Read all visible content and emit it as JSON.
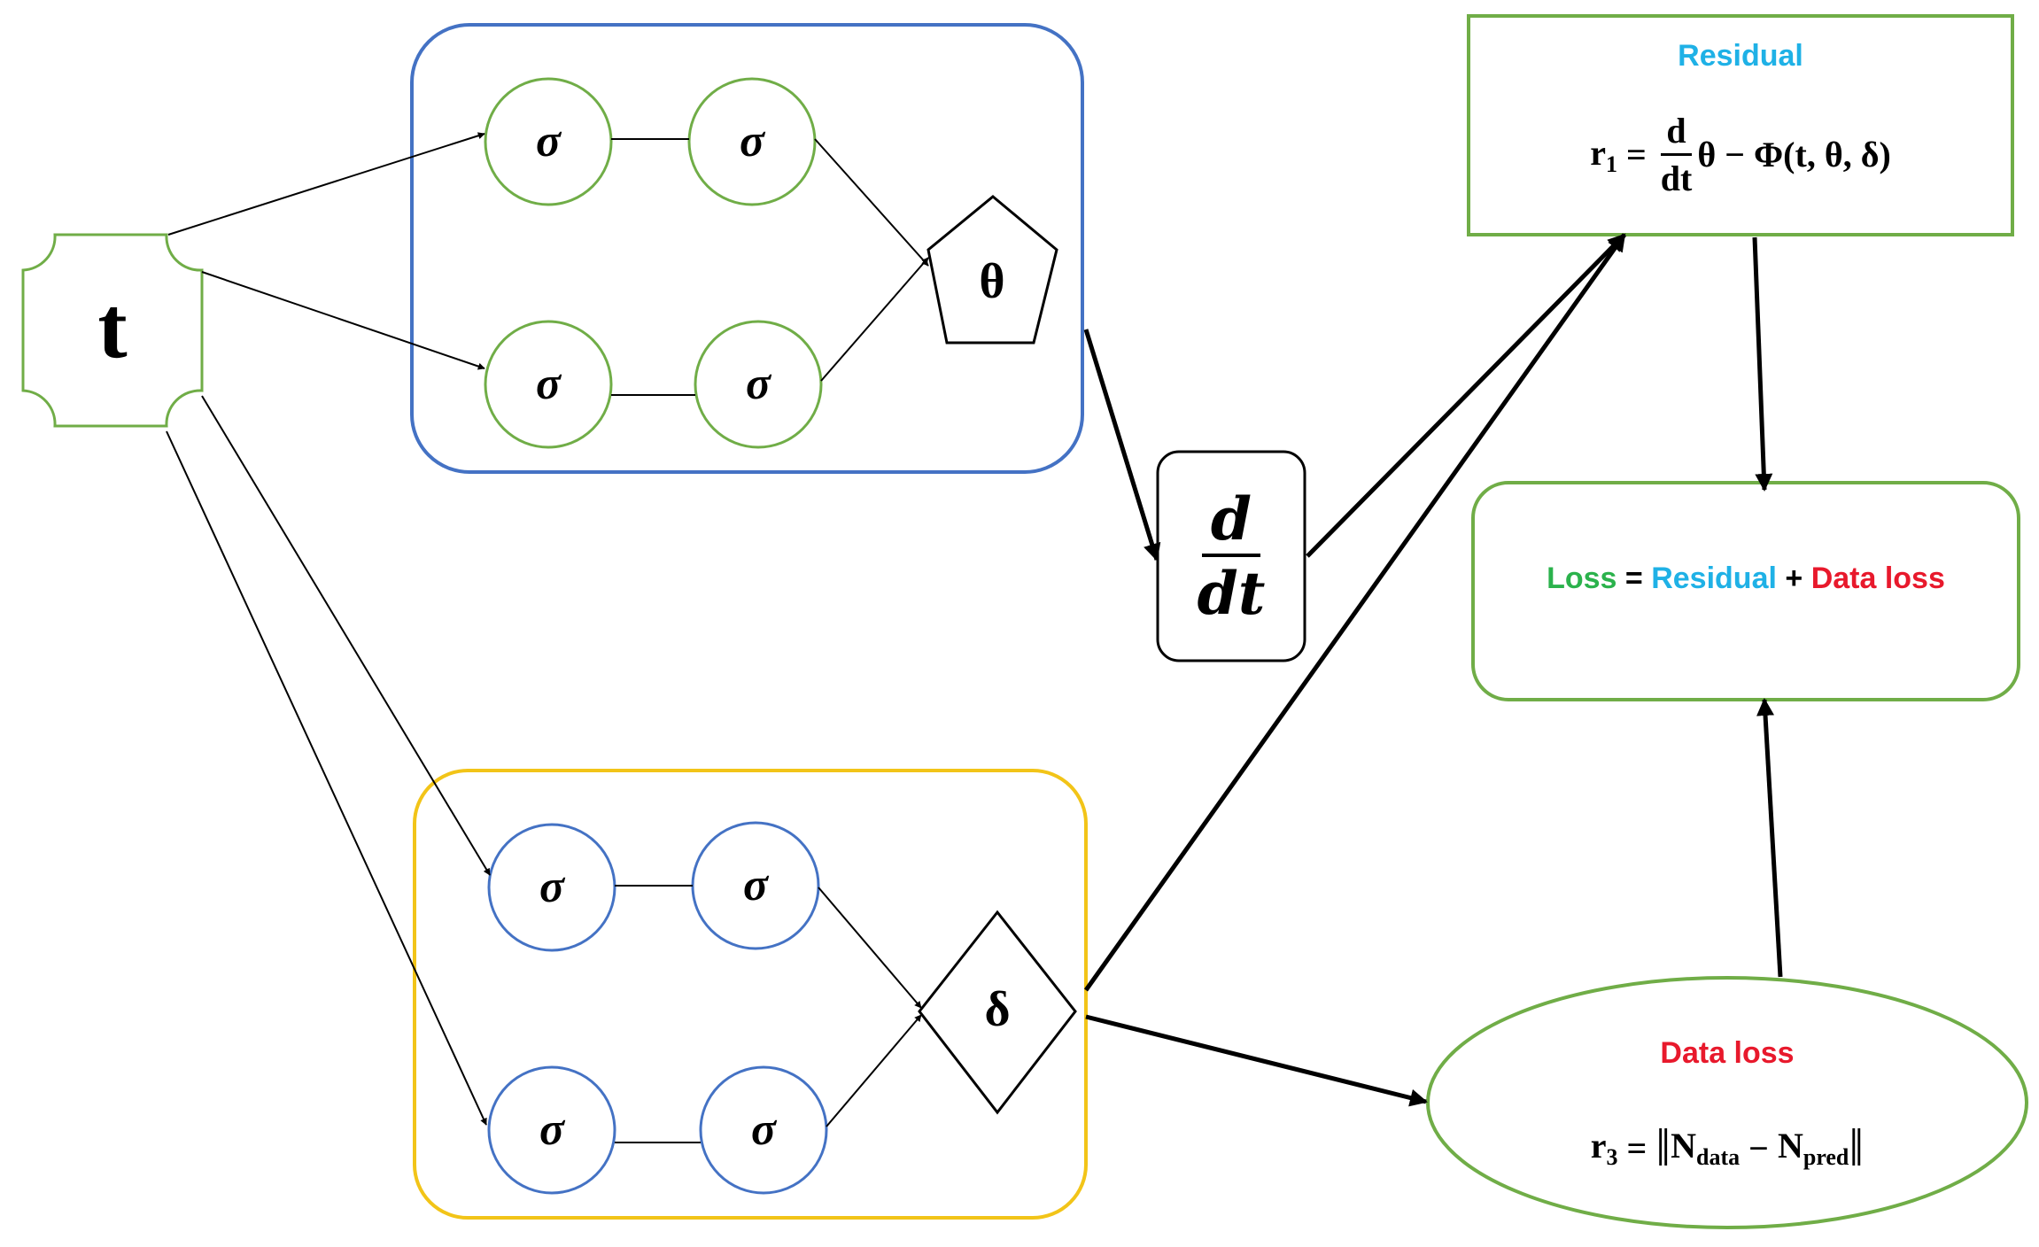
{
  "input": {
    "label": "t"
  },
  "top_network": {
    "neurons": [
      "σ",
      "σ",
      "σ",
      "σ"
    ],
    "output": "θ",
    "border_color": "#4472c4",
    "neuron_color": "#70ad47"
  },
  "bottom_network": {
    "neurons": [
      "σ",
      "σ",
      "σ",
      "σ"
    ],
    "output": "δ",
    "border_color": "#f2c418",
    "neuron_color": "#4472c4"
  },
  "derivative": {
    "numerator": "d",
    "denominator": "dt"
  },
  "residual": {
    "title": "Residual",
    "title_color": "#1fb1e6",
    "equation": {
      "lhs": "r",
      "lhs_sub": "1",
      "eq": "=",
      "frac_num": "d",
      "frac_den": "dt",
      "rest": "θ − Φ(t, θ, δ)"
    }
  },
  "loss": {
    "part_loss": "Loss",
    "op_eq": "=",
    "part_residual": "Residual",
    "op_plus": "+",
    "part_data": "Data loss",
    "colors": {
      "loss": "#2bb24c",
      "residual": "#1fb1e6",
      "data": "#e8192c"
    }
  },
  "data_loss": {
    "title": "Data loss",
    "title_color": "#e8192c",
    "equation": {
      "lhs": "r",
      "lhs_sub": "3",
      "eq": "=",
      "bars_open": "‖",
      "n1": "N",
      "n1_sub": "data",
      "minus": "−",
      "n2": "N",
      "n2_sub": "pred",
      "bars_close": "‖"
    }
  },
  "colors": {
    "box_green": "#70ad47"
  }
}
